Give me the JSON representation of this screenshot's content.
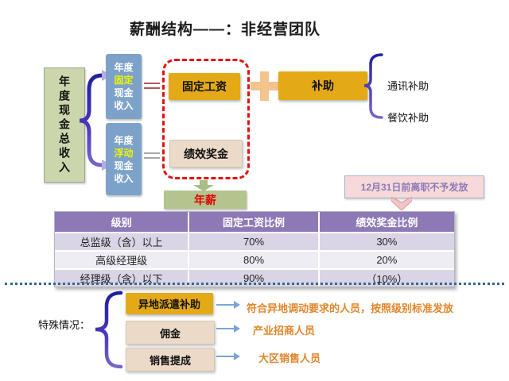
{
  "title": "薪酬结构——：非经营团队",
  "flow": {
    "total_income": "年度现金总收入",
    "fixed_income_lines": [
      "年度",
      "固定",
      "现金",
      "收入"
    ],
    "variable_income_lines": [
      "年度",
      "浮动",
      "现金",
      "收入"
    ],
    "fixed_salary": "固定工资",
    "performance_bonus": "绩效奖金",
    "subsidy": "补助",
    "subsidy_items": [
      "通讯补助",
      "餐饮补助"
    ],
    "annual_salary": "年薪",
    "resignation_note": "12月31日前离职不予发放"
  },
  "table": {
    "headers": [
      "级别",
      "固定工资比例",
      "绩效奖金比例"
    ],
    "rows": [
      [
        "总监级（含）以上",
        "70%",
        "30%"
      ],
      [
        "高级经理级",
        "80%",
        "20%"
      ],
      [
        "经理级（含）以下",
        "90%",
        "（10%）"
      ]
    ]
  },
  "special": {
    "label": "特殊情况：",
    "items": [
      {
        "label": "异地派遣补助",
        "desc": "符合异地调动要求的人员，按照级别标准发放"
      },
      {
        "label": "佣金",
        "desc": "产业招商人员"
      },
      {
        "label": "销售提成",
        "desc": "大区销售人员"
      }
    ]
  },
  "colors": {
    "gold": "#e4a916",
    "tan": "#ecdac8",
    "blue_box": "#7ca2ca",
    "green_box": "#ccd6ad",
    "annual_green": "#b4c48e",
    "table_header_purple": "#8d79b5",
    "table_row_odd": "#d9d4e6",
    "table_row_even": "#eeedf4",
    "dashed_red": "#e21212",
    "orange_text": "#e2862c",
    "note_pink": "#f7d9d9",
    "note_text_purple": "#8d7ab8"
  }
}
